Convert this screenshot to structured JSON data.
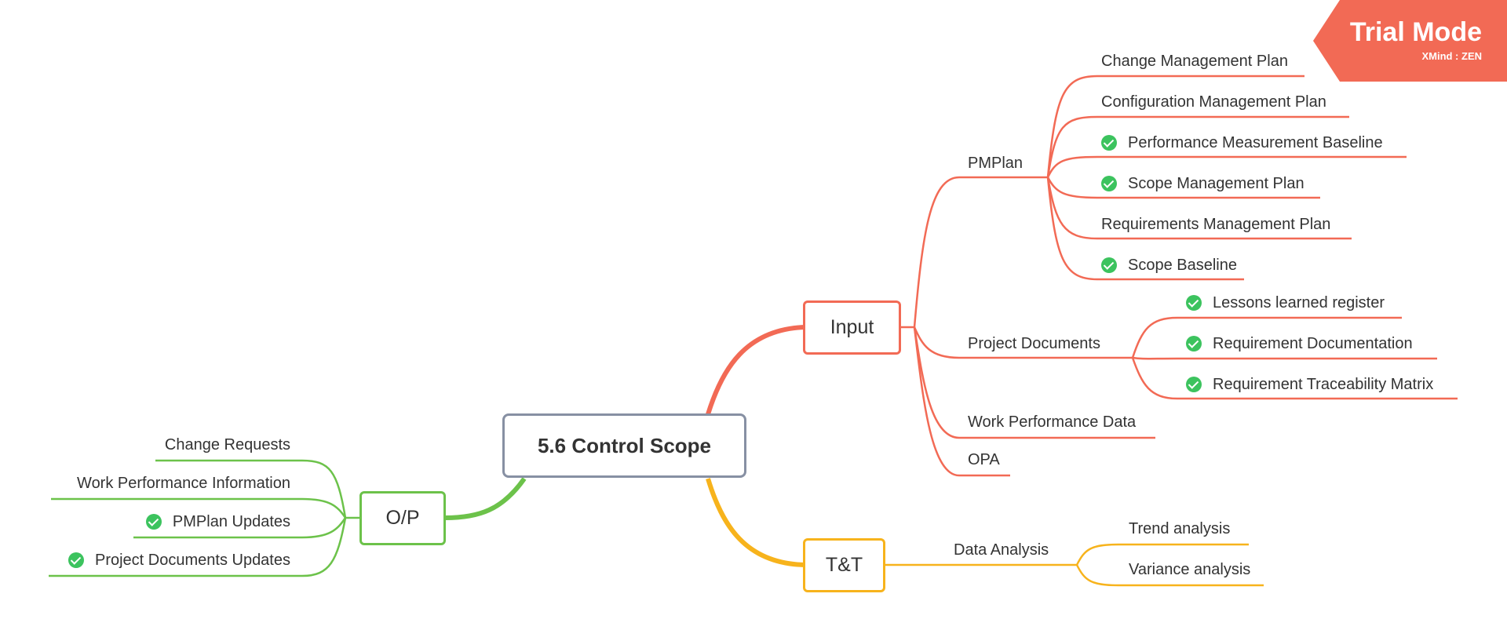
{
  "central": {
    "label": "5.6 Control Scope"
  },
  "input": {
    "label": "Input",
    "pmplan": {
      "label": "PMPlan",
      "items": [
        {
          "label": "Change Management Plan",
          "checked": false
        },
        {
          "label": "Configuration Management Plan",
          "checked": false
        },
        {
          "label": "Performance Measurement Baseline",
          "checked": true
        },
        {
          "label": "Scope Management Plan",
          "checked": true
        },
        {
          "label": "Requirements Management Plan",
          "checked": false
        },
        {
          "label": "Scope Baseline",
          "checked": true
        }
      ]
    },
    "project_documents": {
      "label": "Project Documents",
      "items": [
        {
          "label": "Lessons learned register",
          "checked": true
        },
        {
          "label": "Requirement Documentation",
          "checked": true
        },
        {
          "label": "Requirement Traceability Matrix",
          "checked": true
        }
      ]
    },
    "work_performance_data": {
      "label": "Work Performance Data"
    },
    "opa": {
      "label": "OPA"
    }
  },
  "tt": {
    "label": "T&T",
    "data_analysis": {
      "label": "Data Analysis",
      "items": [
        {
          "label": "Trend analysis"
        },
        {
          "label": "Variance analysis"
        }
      ]
    }
  },
  "op": {
    "label": "O/P",
    "items": [
      {
        "label": "Change Requests",
        "checked": false
      },
      {
        "label": "Work Performance Information",
        "checked": false
      },
      {
        "label": "PMPlan Updates",
        "checked": true
      },
      {
        "label": "Project Documents Updates",
        "checked": true
      }
    ]
  },
  "trial": {
    "title": "Trial Mode",
    "subtitle": "XMind : ZEN"
  },
  "colors": {
    "central": "#8790a3",
    "input": "#f26a55",
    "tt": "#f7b31c",
    "op": "#6cc24a",
    "check": "#3cc35e"
  }
}
